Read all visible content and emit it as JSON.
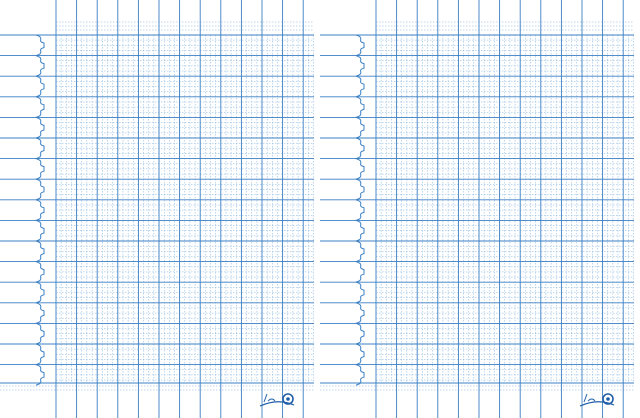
{
  "paper": {
    "style": "seyes-graph-paper-spread",
    "pages": [
      "left-page",
      "right-page"
    ],
    "line_color": "#3a7fc4",
    "fine_line_color": "#7fb0dd",
    "background_color": "#ffffff",
    "logo_color": "#1f5fa8"
  },
  "logo": {
    "icon": "brand-logo-icon",
    "lettering": "Pilot"
  }
}
